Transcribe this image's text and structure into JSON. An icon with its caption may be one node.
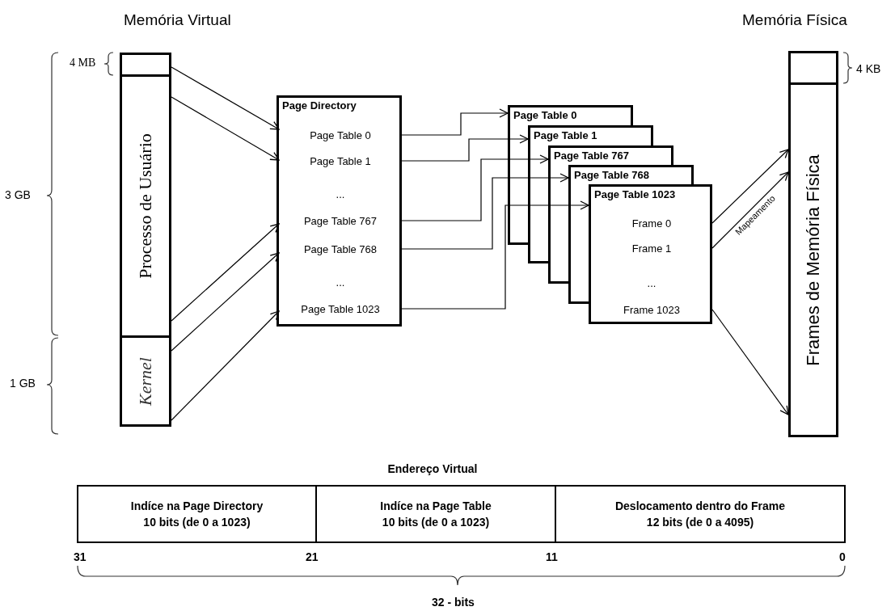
{
  "diagram": {
    "nodes": [
      {
        "text": [],
        "shape": "box"
      },
      {
        "text": [
          "Processo de Usuário"
        ]
      },
      {
        "text": [
          "Kernel"
        ]
      },
      {
        "text": [
          "Page Directory"
        ]
      },
      {
        "text": [
          "Page Table 0"
        ],
        "in": 3
      },
      {
        "text": [
          "Page Table 1"
        ],
        "in": 3
      },
      {
        "text": [
          "..."
        ],
        "in": 3
      },
      {
        "text": [
          "Page Table 767"
        ],
        "in": 3
      },
      {
        "text": [
          "Page Table 768"
        ],
        "in": 3
      },
      {
        "text": [
          "..."
        ],
        "in": 3
      },
      {
        "text": [
          "Page Table 1023"
        ],
        "in": 3
      },
      {
        "text": [
          "Page Table 0"
        ]
      },
      {
        "text": [
          "Page Table 1"
        ]
      },
      {
        "text": [
          "Page Table 767"
        ]
      },
      {
        "text": [
          "Page Table 768"
        ]
      },
      {
        "text": [
          "Page Table 1023"
        ]
      },
      {
        "text": [
          "Frame 0"
        ],
        "in": 15
      },
      {
        "text": [
          "Frame 1"
        ],
        "in": 15
      },
      {
        "text": [
          "..."
        ],
        "in": 15
      },
      {
        "text": [
          "Frame 1023"
        ],
        "in": 15
      },
      {
        "text": [],
        "shape": "box"
      },
      {
        "text": [
          "Frames de Memória Física"
        ]
      },
      {
        "text": [
          "Endereço Virtual"
        ]
      },
      {
        "text": [
          "Indíce na Page Directory",
          "10 bits (de 0 a 1023)"
        ],
        "in": 22
      },
      {
        "text": [
          "Indíce na Page Table",
          "10 bits (de 0 a 1023)"
        ],
        "in": 22
      },
      {
        "text": [
          "Deslocamento dentro do Frame",
          "12 bits (de 0 a 4095)"
        ],
        "in": 22
      }
    ],
    "edges": [
      {
        "from": 0,
        "to": 4,
        "arrow": "to"
      },
      {
        "from": 1,
        "to": 5,
        "arrow": "to"
      },
      {
        "from": 1,
        "to": 7,
        "arrow": "to"
      },
      {
        "from": 2,
        "to": 8,
        "arrow": "to"
      },
      {
        "from": 2,
        "to": 10,
        "arrow": "to"
      },
      {
        "from": 4,
        "to": 11,
        "arrow": "to"
      },
      {
        "from": 5,
        "to": 12,
        "arrow": "to"
      },
      {
        "from": 7,
        "to": 13,
        "arrow": "to"
      },
      {
        "from": 8,
        "to": 14,
        "arrow": "to"
      },
      {
        "from": 10,
        "to": 15,
        "arrow": "to"
      },
      {
        "from": 16,
        "to": 21,
        "arrow": "to"
      },
      {
        "from": 17,
        "to": 21,
        "arrow": "to",
        "label": "Mapeamento"
      },
      {
        "from": 19,
        "to": 21,
        "arrow": "to"
      }
    ],
    "labels": [
      "Memória Virtual",
      "Memória Física",
      "4 MB",
      "3 GB",
      "1 GB",
      "4 KB",
      "31",
      "21",
      "11",
      "0",
      "32 - bits"
    ]
  }
}
